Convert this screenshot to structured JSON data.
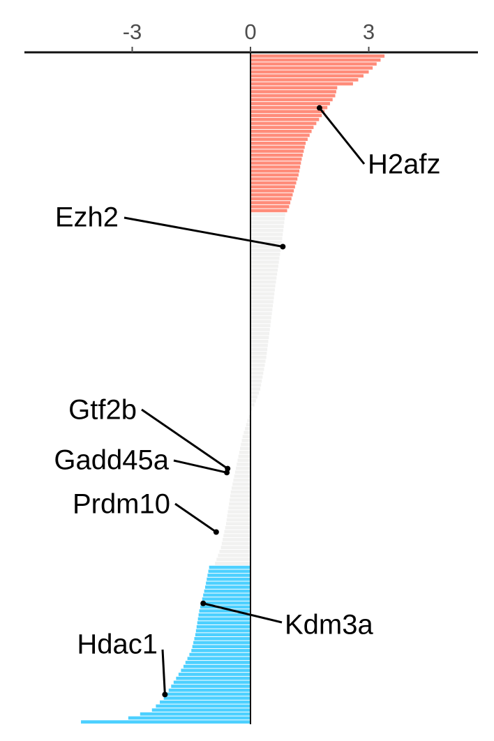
{
  "chart_data": {
    "type": "bar",
    "orientation": "horizontal",
    "xlim": [
      -5.8,
      5.8
    ],
    "axis_position": "top",
    "grid": false,
    "legend": "none",
    "xticks": [
      {
        "value": -3,
        "label": "-3"
      },
      {
        "value": 0,
        "label": "0"
      },
      {
        "value": 3,
        "label": "3"
      }
    ],
    "colors": {
      "up": "#ff8c7a",
      "neutral": "#f1f1f0",
      "down": "#4dd0ff",
      "axis": "#111111",
      "text": "#000000",
      "tick_text": "#4d4d4d"
    },
    "groups": [
      {
        "color_key": "up",
        "count": 40
      },
      {
        "color_key": "neutral",
        "count": 89
      },
      {
        "color_key": "down",
        "count": 40
      }
    ],
    "value_profile": [
      [
        0,
        3.4
      ],
      [
        2,
        3.2
      ],
      [
        4,
        3.0
      ],
      [
        7,
        2.6
      ],
      [
        8,
        2.2
      ],
      [
        10,
        2.15
      ],
      [
        13,
        1.95
      ],
      [
        18,
        1.6
      ],
      [
        22,
        1.4
      ],
      [
        26,
        1.3
      ],
      [
        30,
        1.22
      ],
      [
        34,
        1.1
      ],
      [
        38,
        0.98
      ],
      [
        40,
        0.88
      ],
      [
        44,
        0.83
      ],
      [
        48,
        0.78
      ],
      [
        52,
        0.72
      ],
      [
        58,
        0.63
      ],
      [
        66,
        0.53
      ],
      [
        76,
        0.4
      ],
      [
        84,
        0.25
      ],
      [
        88,
        0.1
      ],
      [
        90,
        0.0
      ],
      [
        92,
        -0.08
      ],
      [
        96,
        -0.2
      ],
      [
        104,
        -0.37
      ],
      [
        110,
        -0.5
      ],
      [
        118,
        -0.62
      ],
      [
        124,
        -0.75
      ],
      [
        128,
        -0.9
      ],
      [
        129,
        -1.05
      ],
      [
        134,
        -1.15
      ],
      [
        140,
        -1.3
      ],
      [
        146,
        -1.4
      ],
      [
        150,
        -1.5
      ],
      [
        154,
        -1.7
      ],
      [
        158,
        -1.95
      ],
      [
        162,
        -2.2
      ],
      [
        165,
        -2.5
      ],
      [
        167,
        -3.1
      ],
      [
        168,
        -4.3
      ]
    ],
    "annotations": [
      {
        "label": "H2afz",
        "index": 13,
        "value": 1.75,
        "anchor": "right"
      },
      {
        "label": "Ezh2",
        "index": 48,
        "value": 0.82,
        "anchor": "left"
      },
      {
        "label": "Gtf2b",
        "index": 104,
        "value": -0.58,
        "anchor": "left"
      },
      {
        "label": "Gadd45a",
        "index": 105,
        "value": -0.6,
        "anchor": "left"
      },
      {
        "label": "Prdm10",
        "index": 120,
        "value": -0.87,
        "anchor": "left"
      },
      {
        "label": "Kdm3a",
        "index": 138,
        "value": -1.2,
        "anchor": "right"
      },
      {
        "label": "Hdac1",
        "index": 161,
        "value": -2.17,
        "anchor": "left"
      }
    ]
  }
}
